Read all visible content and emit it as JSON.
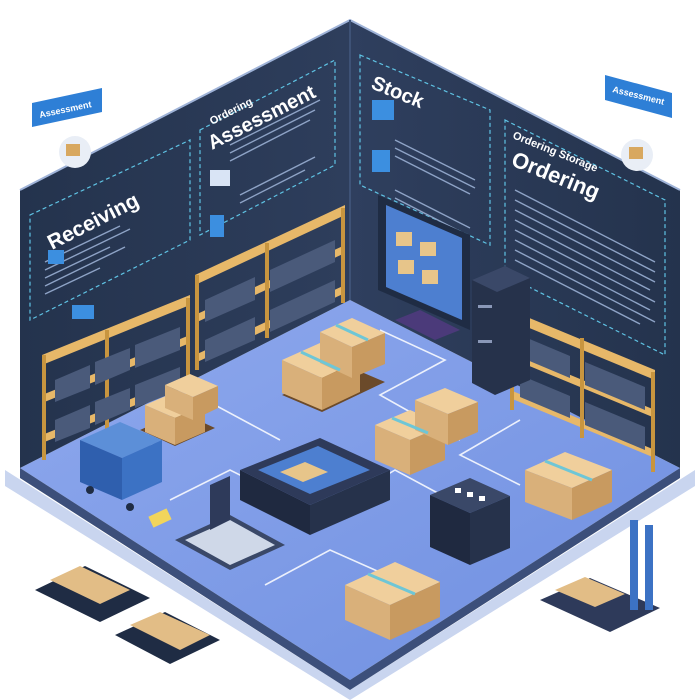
{
  "walls": {
    "receiving": "Receiving",
    "assessment_top": "Ordering",
    "assessment": "Assessment",
    "stock": "Stock",
    "ordering_top": "Ordering Storage",
    "ordering": "Ordering"
  },
  "tags": {
    "left": "Assessment",
    "right": "Assessment"
  },
  "colors": {
    "wall_dark": "#2b3a55",
    "wall_darker": "#1f2c44",
    "floor": "#7f9ee8",
    "floor_light": "#93b0f0",
    "wood": "#e7b869",
    "box": "#e2bd86",
    "tape": "#6ec6d6",
    "accent_blue": "#3c8fe0",
    "machine": "#2e3a5a"
  }
}
